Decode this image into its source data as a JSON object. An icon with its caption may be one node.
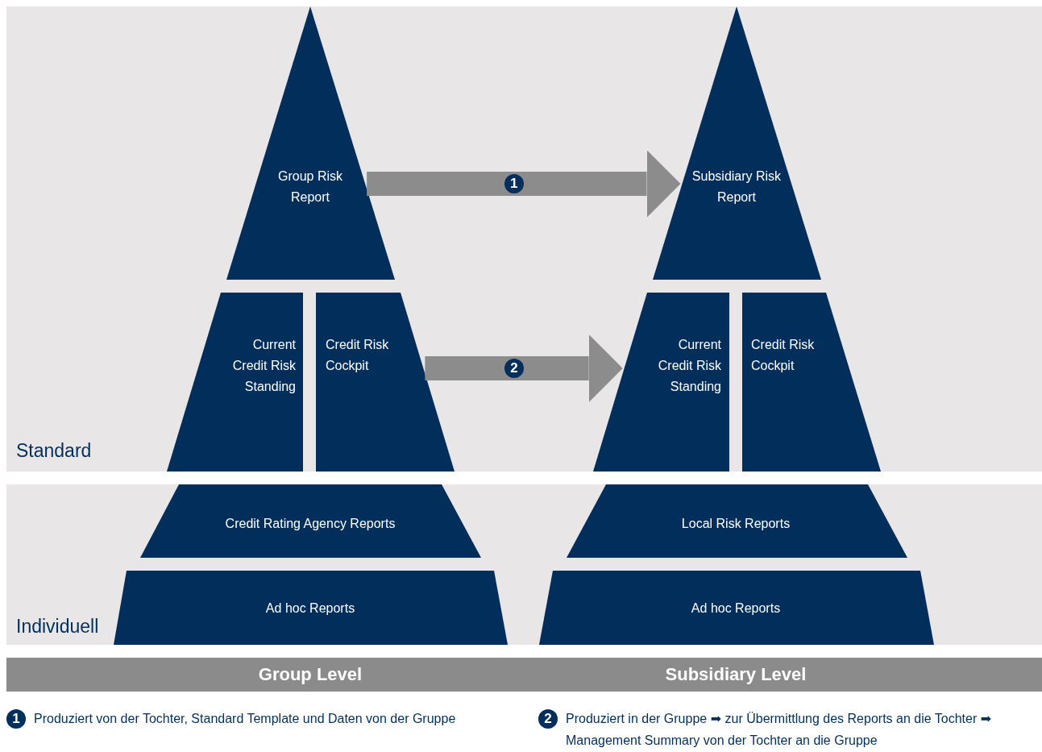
{
  "diagram": {
    "nodes": [
      {
        "text": [
          "Standard"
        ]
      },
      {
        "text": [
          "Group Risk Report"
        ],
        "in": 0
      },
      {
        "text": [
          "Current Credit Risk Standing"
        ],
        "in": 0
      },
      {
        "text": [
          "Credit Risk Cockpit"
        ],
        "in": 0
      },
      {
        "text": [
          "Subsidiary Risk Report"
        ],
        "in": 0
      },
      {
        "text": [
          "Current Credit Risk Standing"
        ],
        "in": 0
      },
      {
        "text": [
          "Credit Risk Cockpit"
        ],
        "in": 0
      },
      {
        "text": [
          "Individuell"
        ]
      },
      {
        "text": [
          "Credit Rating Agency Reports"
        ],
        "in": 7
      },
      {
        "text": [
          "Ad hoc Reports"
        ],
        "in": 7
      },
      {
        "text": [
          "Local Risk Reports"
        ],
        "in": 7
      },
      {
        "text": [
          "Ad hoc Reports"
        ],
        "in": 7
      },
      {
        "text": [
          "Group Level",
          "Subsidiary Level"
        ]
      }
    ],
    "edges": [
      {
        "from": 1,
        "to": 4,
        "arrow": "to",
        "label": "1"
      },
      {
        "from": 3,
        "to": 5,
        "arrow": "to",
        "label": "2"
      }
    ],
    "labels": [
      "1",
      "Produziert von der Tochter, Standard Template und Daten von der Gruppe",
      "2",
      "Produziert in der Gruppe ➡ zur Übermittlung des Reports an die Tochter ➡ Management Summary von der Tochter an die Gruppe"
    ]
  }
}
